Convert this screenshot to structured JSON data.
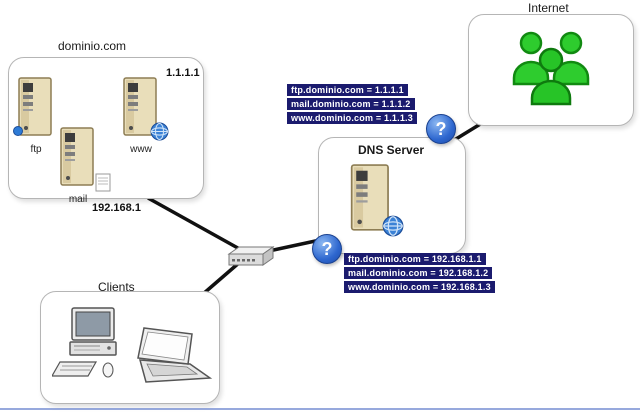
{
  "diagram": {
    "title_labels": {
      "domain": "dominio.com",
      "internet": "Internet",
      "dns": "DNS Server",
      "clients": "Clients"
    },
    "addresses": {
      "public_ip": "1.1.1.1",
      "private_network": "192.168.1"
    },
    "servers": [
      {
        "label": "ftp"
      },
      {
        "label": "mail"
      },
      {
        "label": "www"
      }
    ],
    "dns_public_records": [
      "ftp.dominio.com = 1.1.1.1",
      "mail.dominio.com = 1.1.1.2",
      "www.dominio.com = 1.1.1.3"
    ],
    "dns_private_records": [
      "ftp.dominio.com = 192.168.1.1",
      "mail.dominio.com = 192.168.1.2",
      "www.dominio.com = 192.168.1.3"
    ],
    "icons": {
      "question_glyph": "?"
    },
    "colors": {
      "record_bar_bg": "#1b1b6e",
      "record_bar_text": "#ffffff",
      "people_green": "#2ecc2e",
      "question_blue": "#2e67cf",
      "connector_black": "#111111",
      "server_beige": "#e9deba"
    }
  }
}
